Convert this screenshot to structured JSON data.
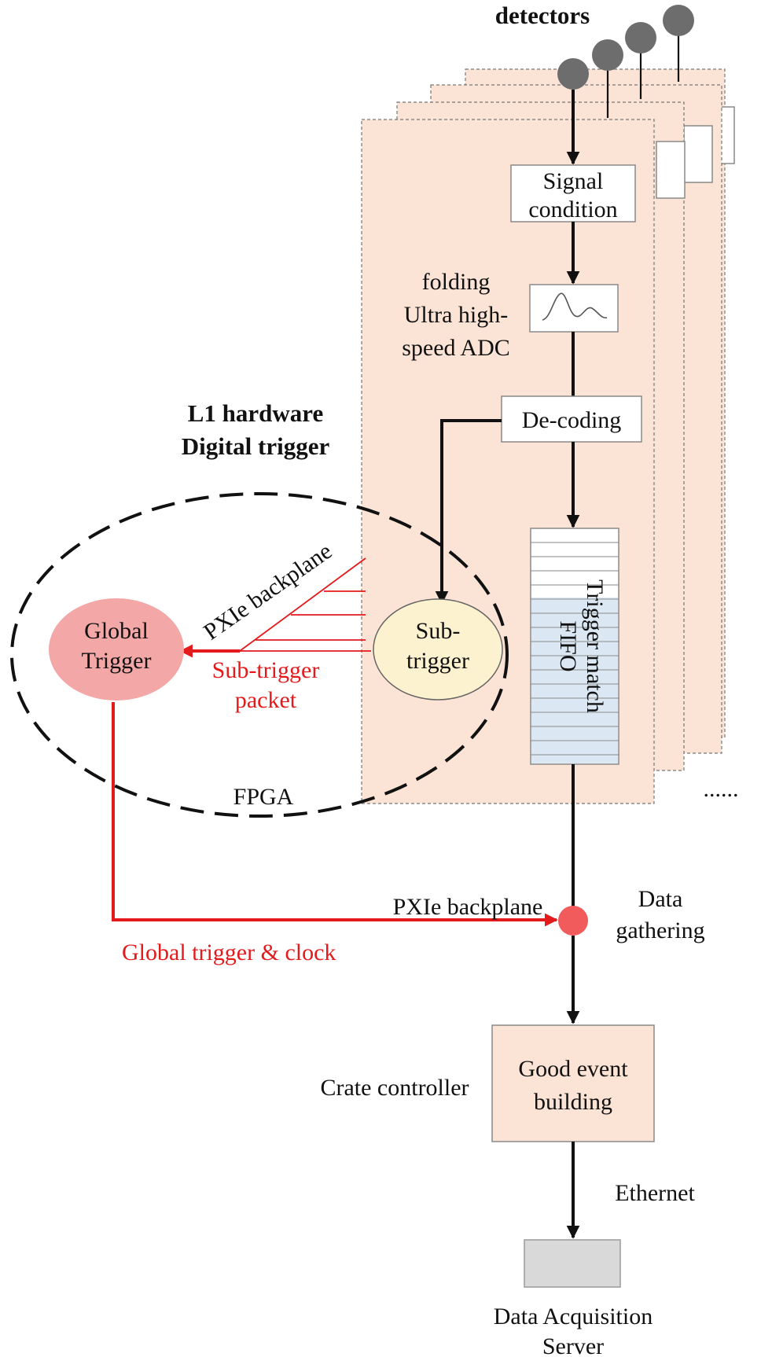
{
  "labels": {
    "detectors": "detectors",
    "signal_condition": [
      "Signal",
      "condition"
    ],
    "adc": [
      "folding",
      "Ultra high-",
      "speed ADC"
    ],
    "decoding": "De-coding",
    "l1_title": [
      "L1 hardware",
      "Digital trigger"
    ],
    "pxie_backplane": "PXIe backplane",
    "global_trigger": [
      "Global",
      "Trigger"
    ],
    "sub_trigger": [
      "Sub-",
      "trigger"
    ],
    "sub_trigger_packet": [
      "Sub-trigger",
      "packet"
    ],
    "fifo": [
      "Trigger match",
      "FIFO"
    ],
    "fpga": "FPGA",
    "ellipsis": "......",
    "pxie_backplane_bottom": "PXIe backplane",
    "data_gathering": [
      "Data",
      "gathering"
    ],
    "global_trigger_clock": "Global trigger & clock",
    "crate_controller": "Crate controller",
    "good_event": [
      "Good event",
      "building"
    ],
    "ethernet": "Ethernet",
    "daq_server": [
      "Data Acquisition",
      "Server"
    ]
  },
  "colors": {
    "card_fill": "#fbe4d5",
    "global_trigger_fill": "#f4a7a7",
    "sub_trigger_fill": "#fdf2d0",
    "signal_red": "#e41a1c",
    "fifo_lower_fill": "#dbe8f4",
    "server_fill": "#d9d9d9",
    "detector_fill": "#6d6d6d"
  }
}
